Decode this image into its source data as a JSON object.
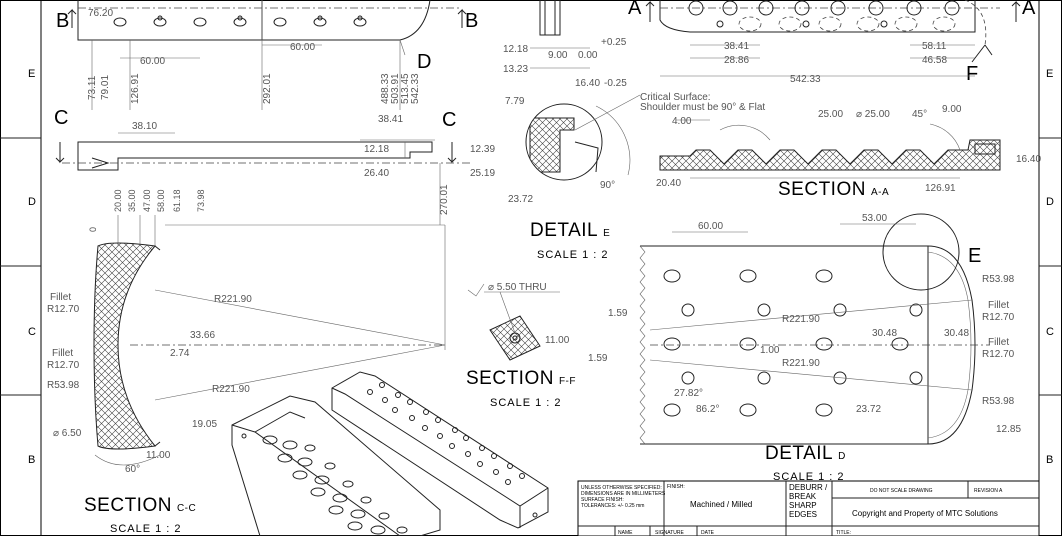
{
  "sheet": {
    "zones_left": [
      "E",
      "D",
      "C",
      "B"
    ],
    "zones_right": [
      "E",
      "D",
      "C",
      "B"
    ]
  },
  "labels": {
    "section_b": "B",
    "section_a": "A",
    "section_c": "C",
    "view_d": "D",
    "view_e": "E",
    "view_f": "F"
  },
  "notes": {
    "critical_line1": "Critical Surface:",
    "critical_line2": "Shoulder must be 90° & Flat",
    "thru_hole": "⌀ 5.50 THRU"
  },
  "views": {
    "detail_e": {
      "title": "DETAIL",
      "sub": "E",
      "scale": "SCALE 1 : 2"
    },
    "section_aa": {
      "title": "SECTION",
      "sub": "A-A"
    },
    "section_ff": {
      "title": "SECTION",
      "sub": "F-F",
      "scale": "SCALE 1 : 2"
    },
    "detail_d": {
      "title": "DETAIL",
      "sub": "D",
      "scale": "SCALE 1 : 2"
    },
    "section_cc": {
      "title": "SECTION",
      "sub": "C-C",
      "scale": "SCALE 1 : 2"
    }
  },
  "dims": {
    "top": [
      "76.20",
      "60.00",
      "60.00",
      "12.18",
      "9.00",
      "0.00",
      "+0.25",
      "13.23",
      "16.40",
      "-0.25",
      "38.41",
      "28.86",
      "58.11",
      "46.58",
      "542.33"
    ],
    "vertical": [
      "73.11",
      "79.01",
      "126.91",
      "292.01",
      "488.33",
      "503.91",
      "513.45",
      "542.33"
    ],
    "side": [
      "38.10",
      "38.41",
      "12.18",
      "26.40",
      "12.39",
      "25.19",
      "270.01"
    ],
    "detail_e": [
      "7.79",
      "23.72",
      "90°"
    ],
    "section_aa": [
      "4.00",
      "25.00",
      "⌀ 25.00",
      "45°",
      "9.00",
      "20.40",
      "126.91",
      "16.40"
    ],
    "section_cc_top": [
      "0",
      "20.00",
      "35.00",
      "47.00",
      "58.00",
      "61.18",
      "73.98"
    ],
    "section_cc": [
      "Fillet",
      "R12.70",
      "Fillet",
      "R12.70",
      "R53.98",
      "R221.90",
      "R221.90",
      "33.66",
      "2.74",
      "⌀ 6.50",
      "19.05",
      "60°",
      "11.00"
    ],
    "section_ff": [
      "1.59",
      "1.59",
      "11.00"
    ],
    "detail_d": [
      "60.00",
      "53.00",
      "R53.98",
      "Fillet",
      "R12.70",
      "Fillet",
      "R12.70",
      "R221.90",
      "R221.90",
      "30.48",
      "30.48",
      "1.00",
      "27.82°",
      "86.2°",
      "23.72",
      "R53.98",
      "12.85"
    ]
  },
  "title_block": {
    "general_notes": [
      "UNLESS OTHERWISE SPECIFIED:",
      "DIMENSIONS ARE IN MILLIMETERS",
      "SURFACE FINISH:",
      "TOLERANCES: +/- 0.25 mm"
    ],
    "finish_label": "FINISH:",
    "finish_value": "Machined / Milled",
    "deburr": [
      "DEBURR /",
      "BREAK",
      "SHARP",
      "EDGES"
    ],
    "do_not_scale": "DO NOT SCALE DRAWING",
    "revision": "REVISION A",
    "copyright": "Copyright and Property of MTC Solutions",
    "col_name": "NAME",
    "col_signature": "SIGNATURE",
    "col_date": "DATE",
    "title_label": "TITLE:"
  }
}
